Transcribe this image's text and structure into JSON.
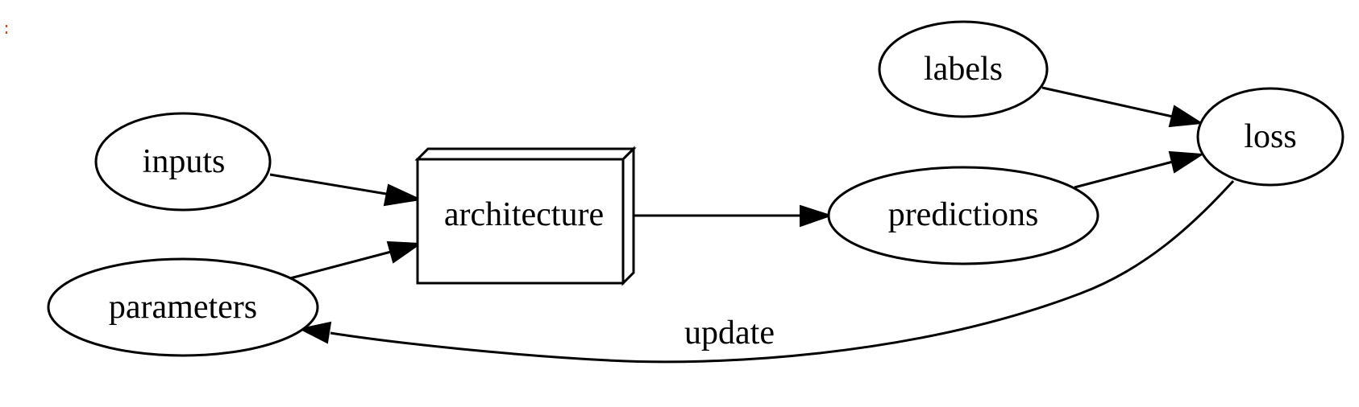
{
  "corner_mark": ":",
  "nodes": {
    "inputs": "inputs",
    "parameters": "parameters",
    "architecture": "architecture",
    "predictions": "predictions",
    "labels": "labels",
    "loss": "loss"
  },
  "edges": {
    "update_label": "update"
  },
  "colors": {
    "stroke": "#000000",
    "corner_mark": "#c0541e"
  }
}
